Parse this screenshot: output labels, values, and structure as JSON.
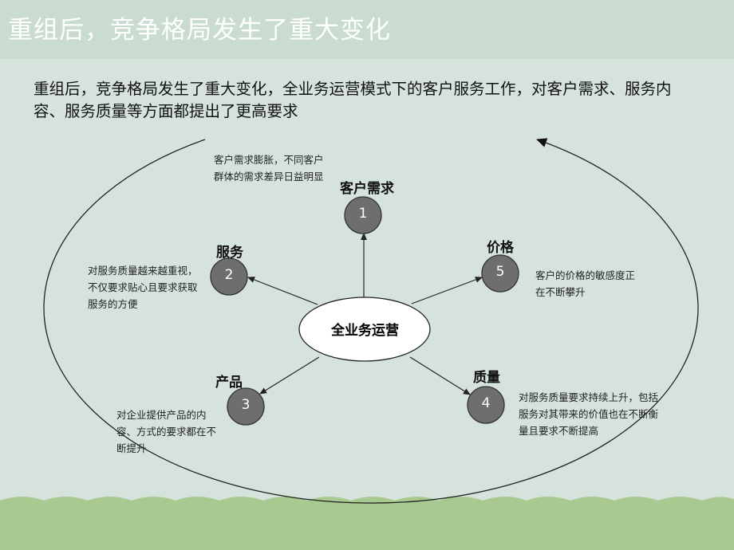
{
  "slide": {
    "title": "重组后，竞争格局发生了重大变化",
    "intro": "重组后，竞争格局发生了重大变化，全业务运营模式下的客户服务工作，对客户需求、服务内容、服务质量等方面都提出了更高要求"
  },
  "diagram": {
    "center": "全业务运营",
    "nodes": [
      {
        "number": "1",
        "label": "客户需求",
        "description": "客户需求膨胀，不同客户群体的需求差异日益明显"
      },
      {
        "number": "2",
        "label": "服务",
        "description": "对服务质量越来越重视，不仅要求贴心且要求获取服务的方便"
      },
      {
        "number": "3",
        "label": "产品",
        "description": "对企业提供产品的内容、方式的要求都在不断提升"
      },
      {
        "number": "4",
        "label": "质量",
        "description": "对服务质量要求持续上升，包括服务对其带来的价值也在不断衡量且要求不断提高"
      },
      {
        "number": "5",
        "label": "价格",
        "description": "客户的价格的敏感度正在不断攀升"
      }
    ]
  },
  "colors": {
    "background": "#d6e3dc",
    "title_band": "#c9dccf",
    "node_fill": "#6e6e6e",
    "grass": "#a8c98f"
  }
}
